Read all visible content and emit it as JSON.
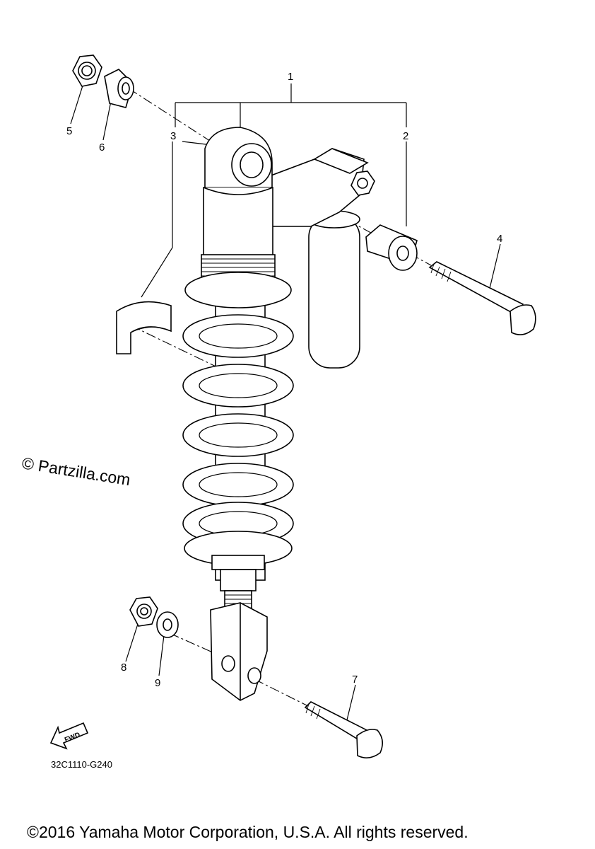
{
  "callouts": [
    "1",
    "2",
    "3",
    "4",
    "5",
    "6",
    "7",
    "8",
    "9"
  ],
  "watermark": "© Partzilla.com",
  "diagram_code": "32C1110-G240",
  "fwd_label": "FWD",
  "copyright": "©2016 Yamaha Motor Corporation, U.S.A. All rights reserved."
}
